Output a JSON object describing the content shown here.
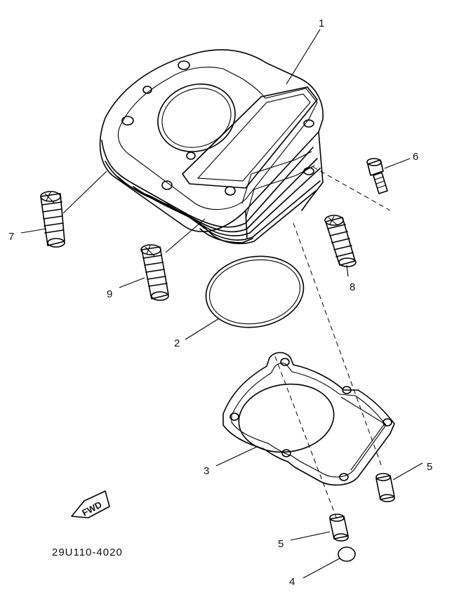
{
  "callouts": {
    "c1": "1",
    "c2": "2",
    "c3": "3",
    "c4": "4",
    "c5a": "5",
    "c5b": "5",
    "c6": "6",
    "c7": "7",
    "c8": "8",
    "c9": "9"
  },
  "fwd_label": "FWD",
  "diagram_code": "29U110-4020"
}
